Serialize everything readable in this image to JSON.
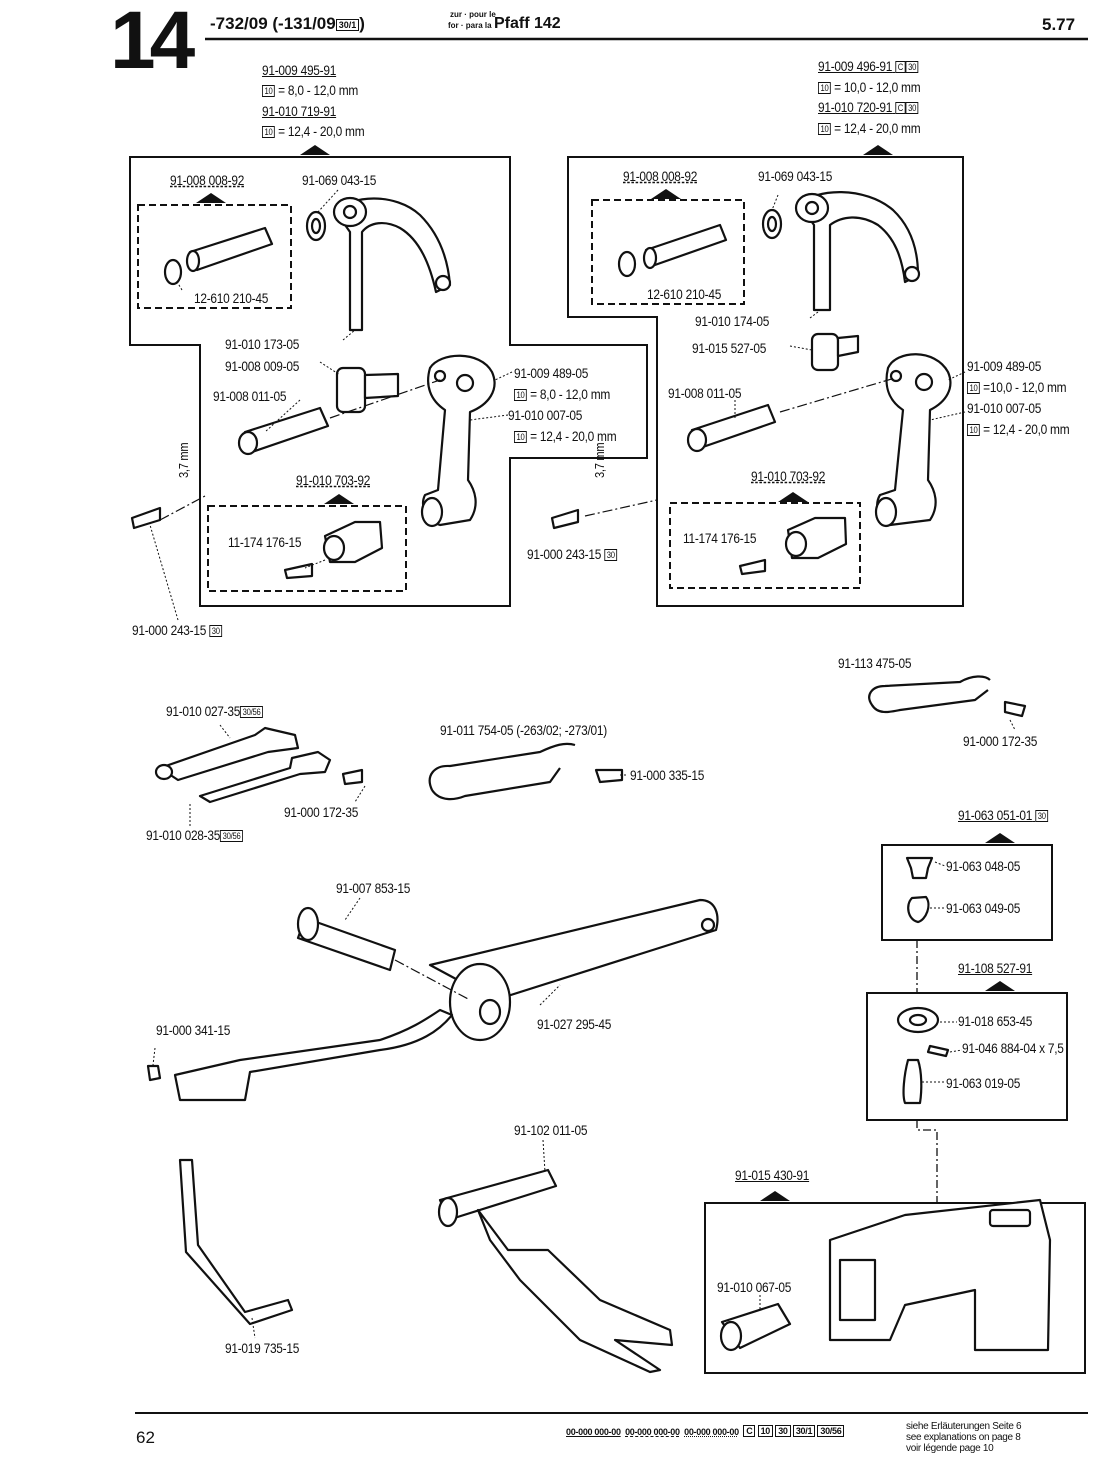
{
  "header": {
    "section_number": "14",
    "model_codes": "-732/09 (-131/09",
    "model_codes_box": "30/1",
    "model_codes_close": ")",
    "zur_pour_le": "zur · pour le",
    "for_para_la": "for · para la",
    "machine": "Pfaff 142",
    "date": "5.77"
  },
  "left_assembly": {
    "set_a": "91-009 495-91",
    "set_a_box": "10",
    "set_a_range": "= 8,0 - 12,0 mm",
    "set_b": "91-010 719-91",
    "set_b_box": "10",
    "set_b_range": "= 12,4 - 20,0 mm",
    "sub_kit": "91-008 008-92",
    "ring": "91-069 043-15",
    "clip": "12-610 210-45",
    "crank": "91-010 173-05",
    "bushing": "91-008 009-05",
    "pin": "91-008 011-05",
    "link_a": "91-009 489-05",
    "link_a_box": "10",
    "link_a_range": "= 8,0 - 12,0 mm",
    "link_b": "91-010 007-05",
    "link_b_box": "10",
    "link_b_range": "= 12,4 - 20,0 mm",
    "clamp_kit": "91-010 703-92",
    "clamp": "11-174 176-15",
    "screw": "91-000 243-15",
    "screw_box": "30",
    "dim": "3,7 mm"
  },
  "right_assembly": {
    "set_a": "91-009 496-91",
    "set_a_box1": "C",
    "set_a_box2": "30",
    "set_a_box3": "10",
    "set_a_range": "= 10,0 - 12,0 mm",
    "set_b": "91-010 720-91",
    "set_b_box1": "C",
    "set_b_box2": "30",
    "set_b_box3": "10",
    "set_b_range": "= 12,4 - 20,0 mm",
    "sub_kit": "91-008 008-92",
    "ring": "91-069 043-15",
    "clip": "12-610 210-45",
    "crank": "91-010 174-05",
    "bushing": "91-015 527-05",
    "pin": "91-008 011-05",
    "link_a": "91-009 489-05",
    "link_a_box": "10",
    "link_a_range": "=10,0 - 12,0 mm",
    "link_b": "91-010 007-05",
    "link_b_box": "10",
    "link_b_range": "= 12,4 - 20,0 mm",
    "clamp_kit": "91-010 703-92",
    "clamp": "11-174 176-15",
    "screw": "91-000 243-15",
    "screw_box": "30",
    "dim": "3,7 mm"
  },
  "parts": {
    "spring_a": "91-010 027-35",
    "spring_a_box": "30/56",
    "spring_b": "91-010 028-35",
    "spring_b_box": "30/56",
    "screw_a": "91-000 172-35",
    "wire": "91-011 754-05 (-263/02; -273/01)",
    "screw_b": "91-000 335-15",
    "wire_r": "91-113 475-05",
    "screw_r": "91-000 172-35",
    "oiler_kit": "91-063 051-01",
    "oiler_kit_box": "30",
    "oiler_cap": "91-063 048-05",
    "oiler_wick": "91-063 049-05",
    "oiler_kit2": "91-108 527-91",
    "oiler_cup": "91-018 653-45",
    "oiler_pin": "91-046 884-04 x 7,5",
    "oiler_felt": "91-063 019-05",
    "shaft_pin": "91-007 853-15",
    "arm": "91-027 295-45",
    "set_screw": "91-000 341-15",
    "rod": "91-019 735-15",
    "fork": "91-102 011-05",
    "housing_kit": "91-015 430-91",
    "sleeve": "91-010 067-05"
  },
  "footer": {
    "page": "62",
    "legend_1": "00-000 000-00",
    "legend_2": "00-000 000-00",
    "legend_3": "00-000 000-00",
    "legend_boxes": [
      "C",
      "10",
      "30",
      "30/1",
      "30/56"
    ],
    "note_de": "siehe Erläuterungen Seite 6",
    "note_en": "see explanations on page 8",
    "note_fr": "voir légende page 10"
  }
}
